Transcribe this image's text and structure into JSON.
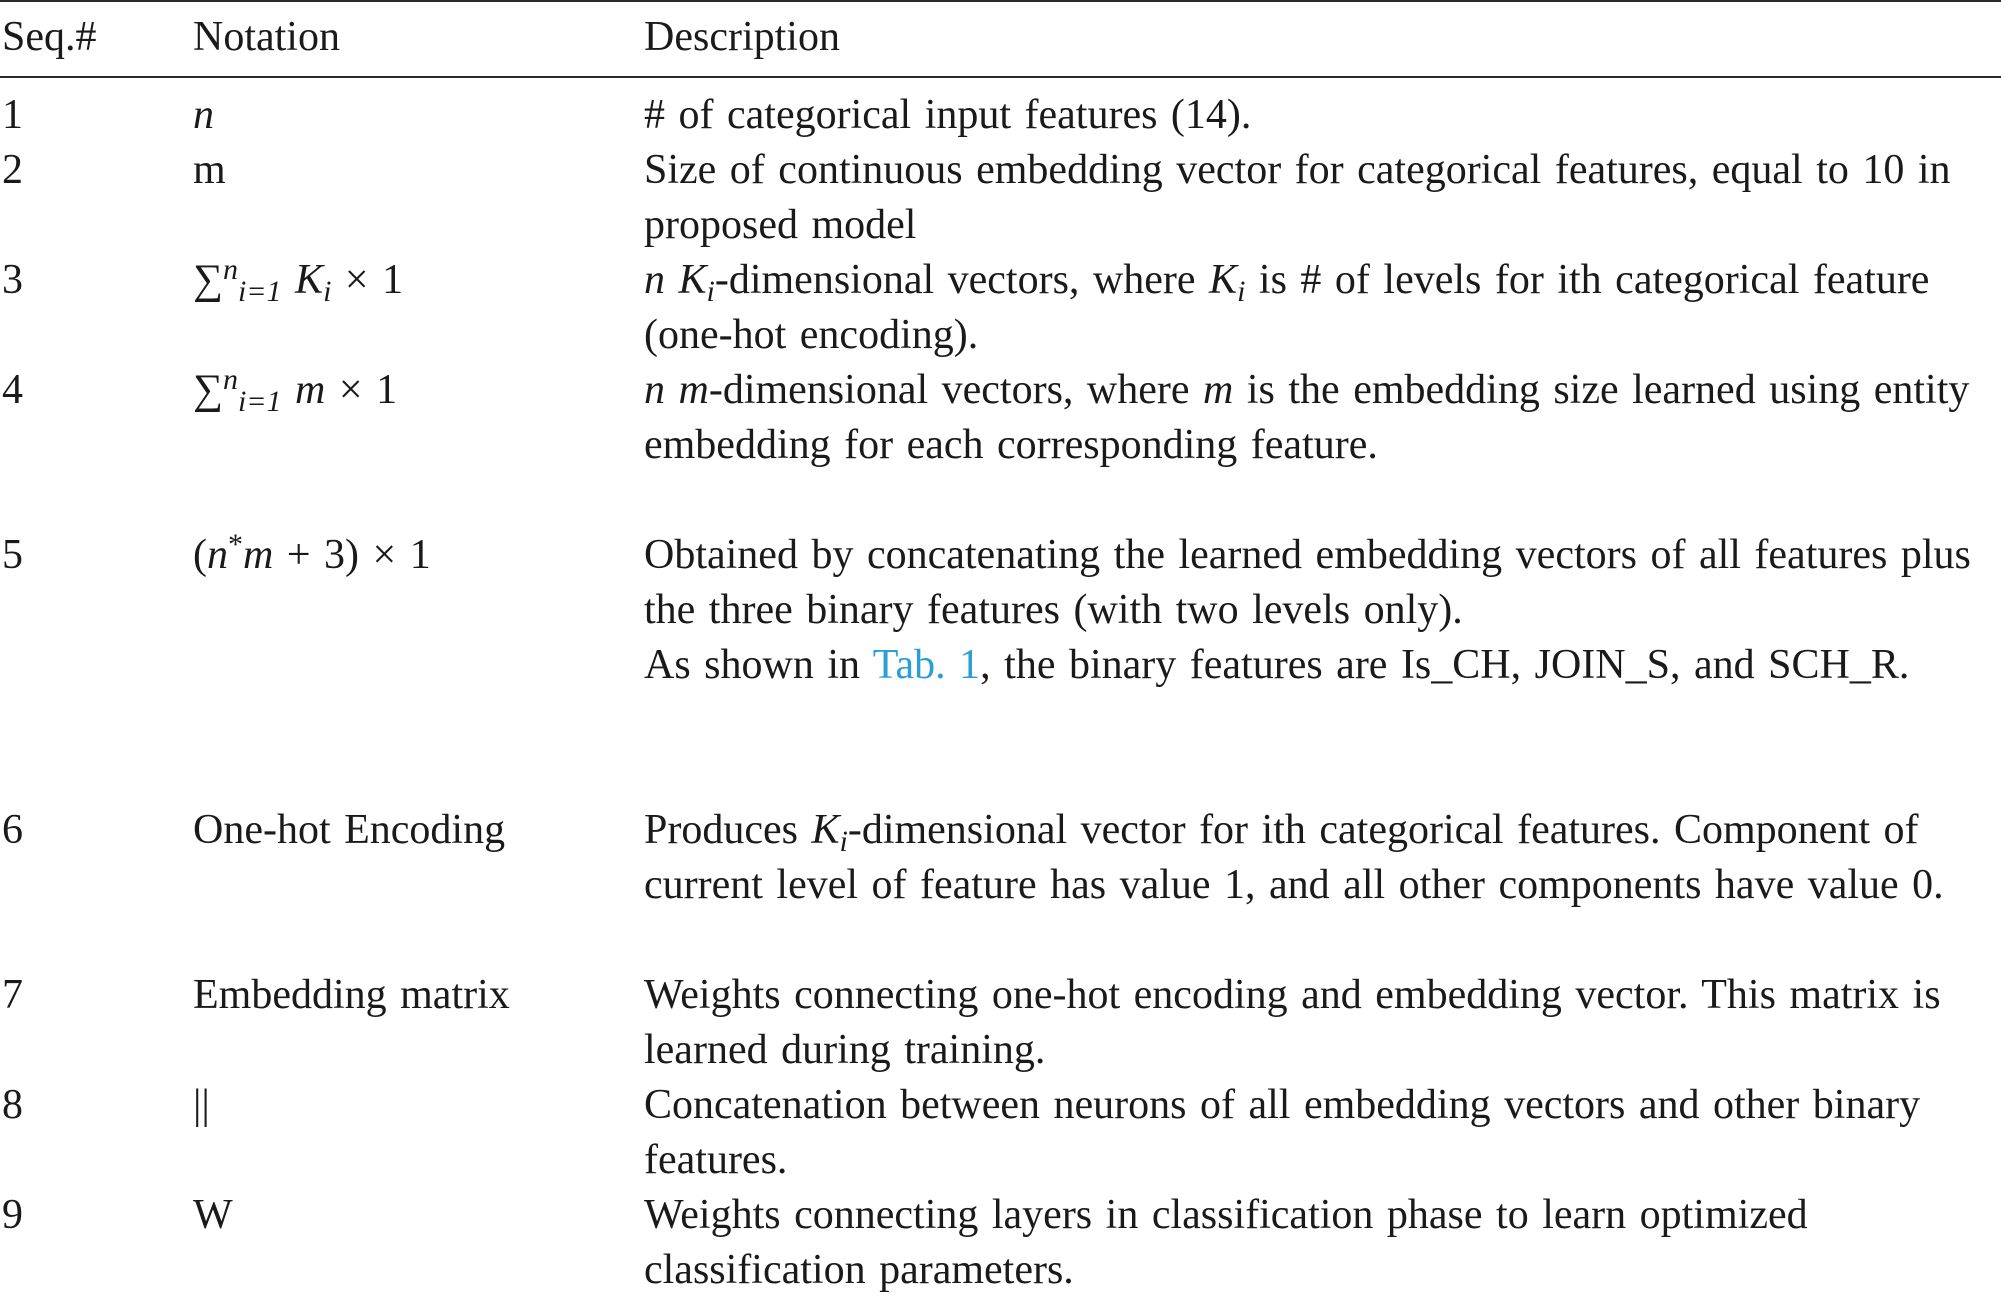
{
  "header": {
    "seq": "Seq.#",
    "notation": "Notation",
    "description": "Description"
  },
  "rows": [
    {
      "seq": "1",
      "desc1": "# of categorical input features (14)."
    },
    {
      "seq": "2",
      "notation": "m",
      "desc1": "Size of continuous embedding vector for categorical features, equal to 10 in proposed model"
    },
    {
      "seq": "3",
      "desc_a": "-dimensional vectors, where",
      "desc_b": "is # of levels for ith categorical feature (one-hot encoding)."
    },
    {
      "seq": "4",
      "desc_a": "-dimensional vectors, where",
      "desc_b": "is the embedding size learned using entity embedding for each corresponding feature."
    },
    {
      "seq": "5",
      "desc1": "Obtained by concatenating the learned embedding vectors of all features plus the three binary features (with two levels only).",
      "desc2_pre": "As shown in",
      "desc2_link": "Tab. 1",
      "desc2_post": ", the binary features are Is_CH, JOIN_S, and SCH_R."
    },
    {
      "seq": "6",
      "notation": "One-hot Encoding",
      "desc_pre": "Produces",
      "desc_post": "-dimensional vector for ith categorical features. Component of current level of feature has value 1, and all other components have value 0."
    },
    {
      "seq": "7",
      "notation": "Embedding matrix",
      "desc1": "Weights connecting one-hot encoding and embedding vector. This matrix is learned during training."
    },
    {
      "seq": "8",
      "notation": "||",
      "desc1": "Concatenation between neurons of all embedding vectors and other binary features."
    },
    {
      "seq": "9",
      "notation": "W",
      "desc1": "Weights connecting layers in classification phase to learn optimized classification parameters."
    }
  ],
  "math": {
    "n": "n",
    "m": "m",
    "K": "K",
    "i": "i",
    "i_eq_1": "i=1",
    "sum": "∑",
    "times_one": "× 1",
    "row5_open": "(",
    "row5_star": "*",
    "row5_plus": "+ 3) × 1"
  }
}
